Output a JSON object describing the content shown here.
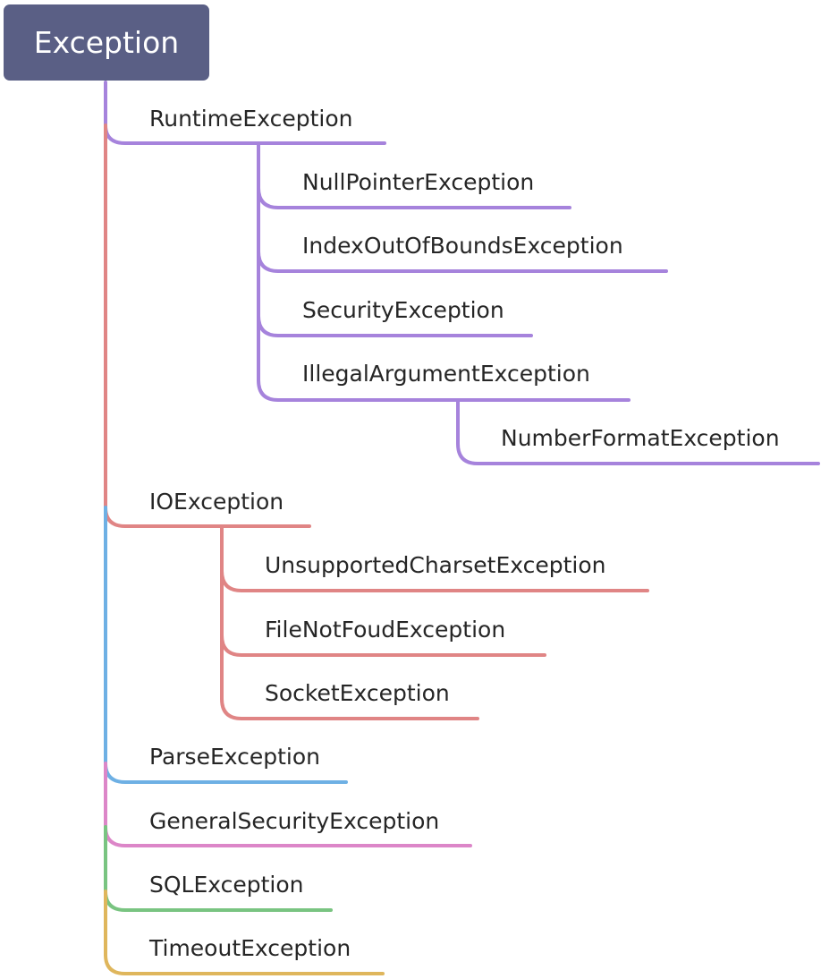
{
  "root": {
    "label": "Exception"
  },
  "nodes": {
    "runtime": "RuntimeException",
    "null_pointer": "NullPointerException",
    "index_out_of_bounds": "IndexOutOfBoundsException",
    "security": "SecurityException",
    "illegal_argument": "IllegalArgumentException",
    "number_format": "NumberFormatException",
    "io": "IOException",
    "unsupported_charset": "UnsupportedCharsetException",
    "file_not_found": "FileNotFoudException",
    "socket": "SocketException",
    "parse": "ParseException",
    "general_security": "GeneralSecurityException",
    "sql": "SQLException",
    "timeout": "TimeoutException"
  },
  "colors": {
    "root_fill": "#5a5f85",
    "runtime_branch": "#a683dc",
    "io_branch": "#e08585",
    "parse_branch": "#6eb0e4",
    "general_security_branch": "#dc86c8",
    "sql_branch": "#79c481",
    "timeout_branch": "#dfb65c"
  }
}
